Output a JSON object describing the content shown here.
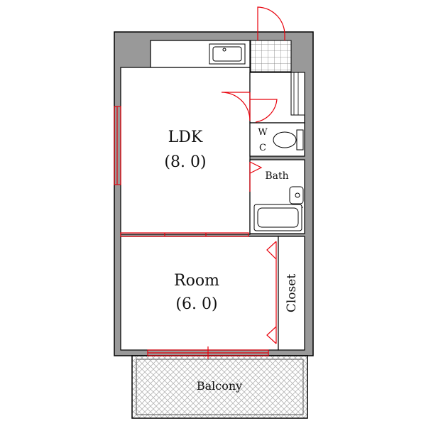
{
  "rooms": {
    "ldk": {
      "name": "LDK",
      "size": "(8. 0)"
    },
    "room": {
      "name": "Room",
      "size": "(6. 0)"
    },
    "wc": {
      "w": "W",
      "c": "C"
    },
    "bath": {
      "name": "Bath"
    },
    "closet": {
      "name": "Closet"
    },
    "balcony": {
      "name": "Balcony"
    }
  },
  "colors": {
    "wall": "#999999",
    "outline": "#000000",
    "door": "#e8000b",
    "floor": "#ffffff",
    "tile": "#c8c8c8"
  }
}
